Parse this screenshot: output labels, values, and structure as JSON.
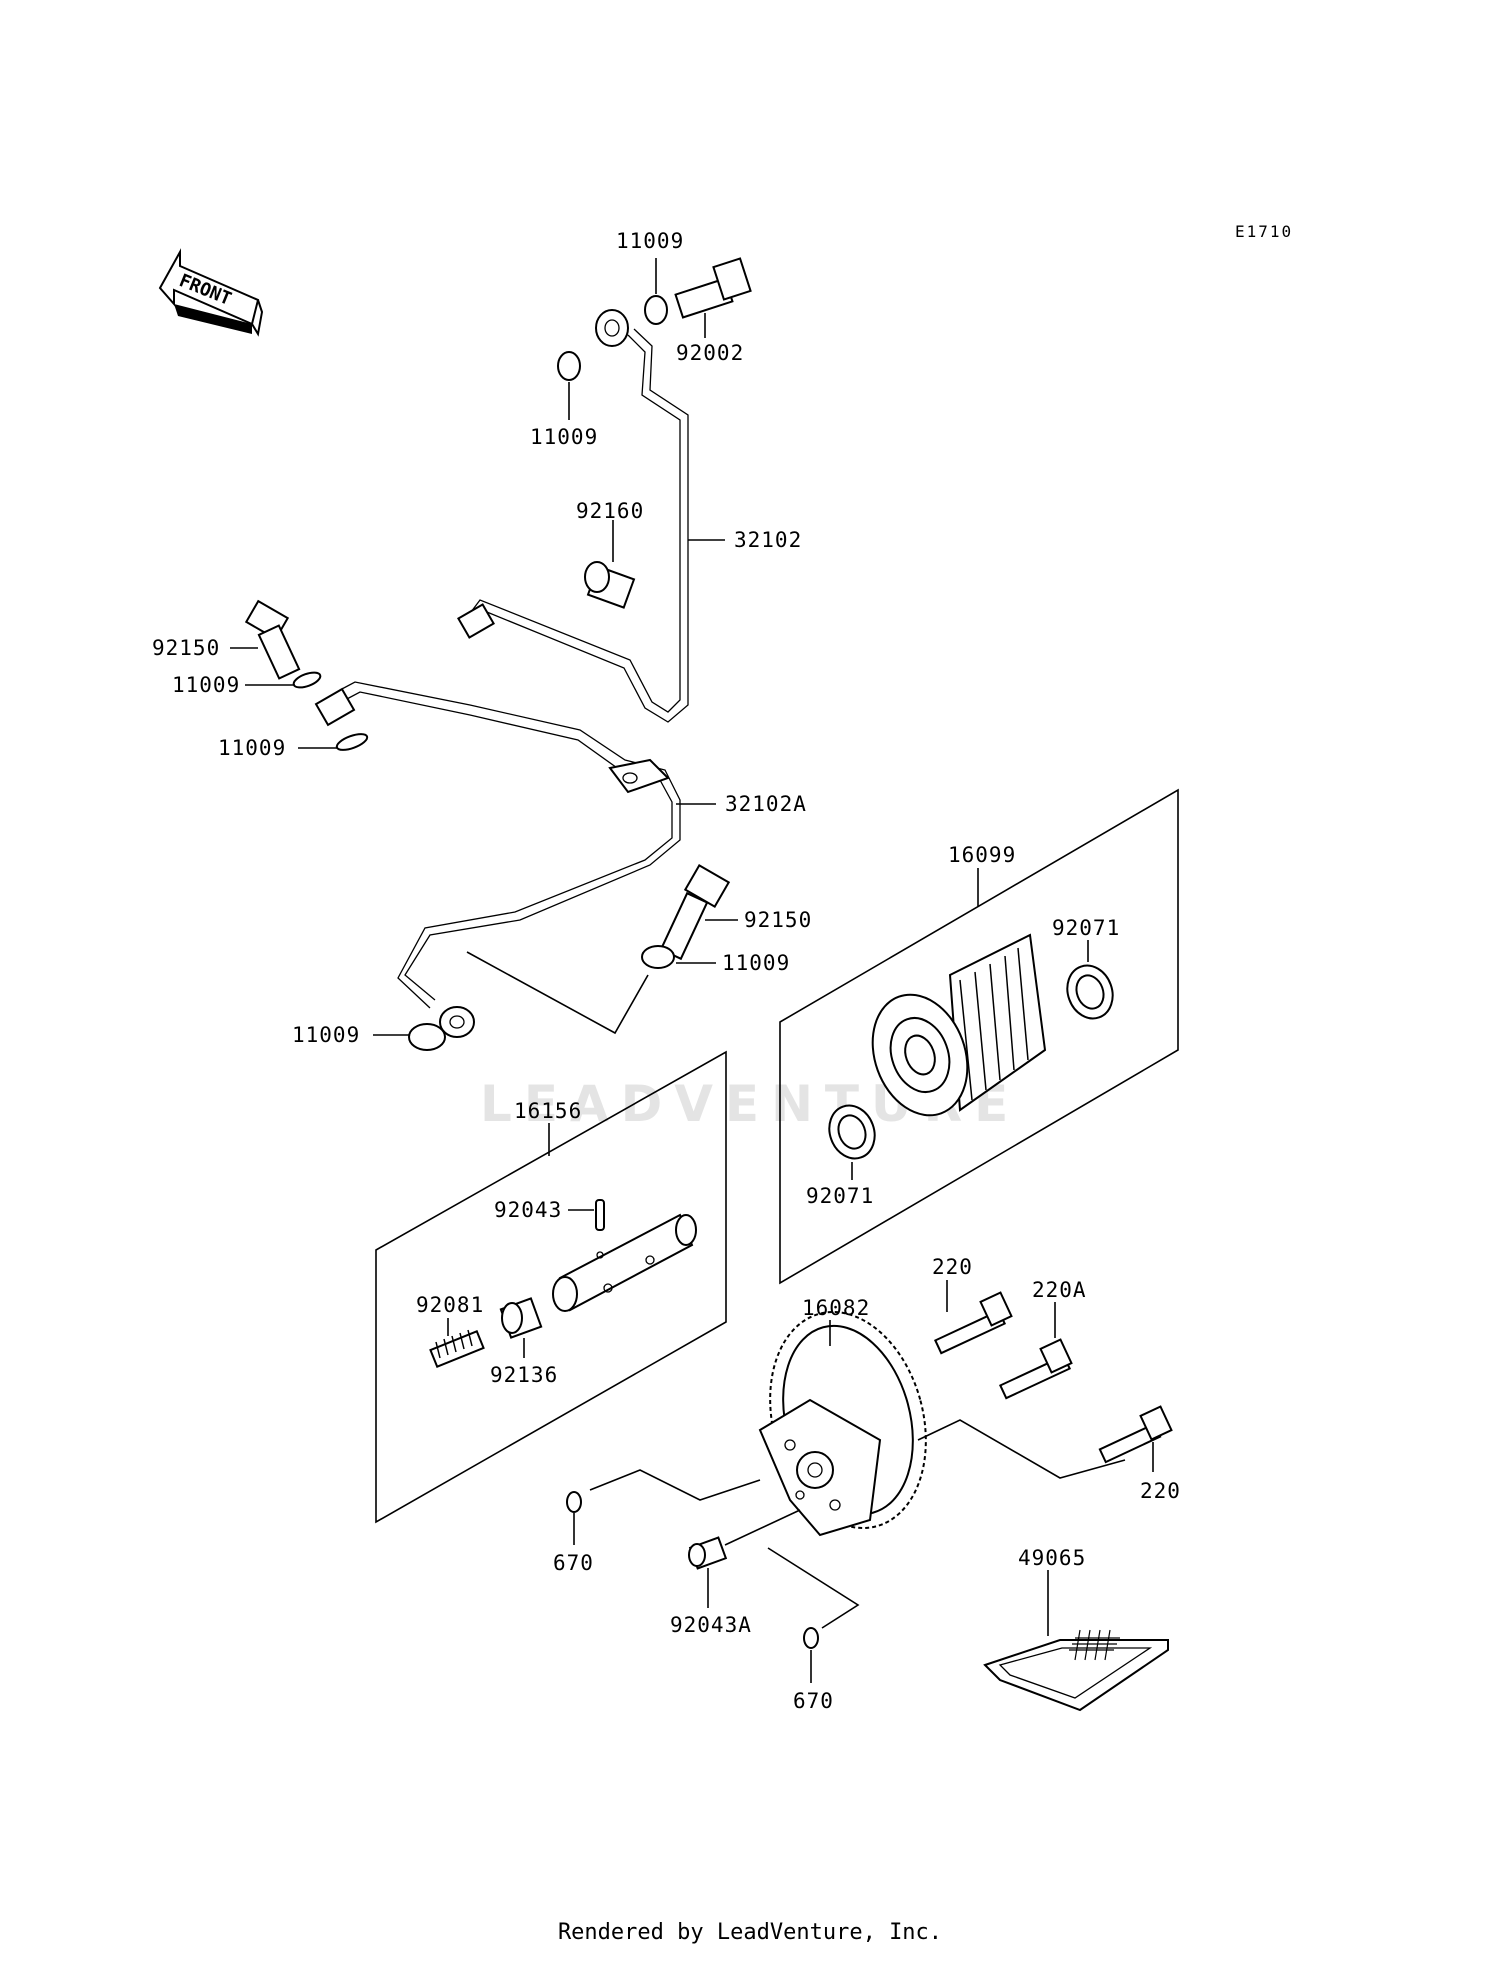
{
  "diagram_code": "E1710",
  "front_label": "FRONT",
  "footer": "Rendered by LeadVenture, Inc.",
  "watermark": "LEADVENTURE",
  "callouts": [
    {
      "id": "c1",
      "text": "11009"
    },
    {
      "id": "c2",
      "text": "92002"
    },
    {
      "id": "c3",
      "text": "11009"
    },
    {
      "id": "c4",
      "text": "92160"
    },
    {
      "id": "c5",
      "text": "32102"
    },
    {
      "id": "c6",
      "text": "92150"
    },
    {
      "id": "c7",
      "text": "11009"
    },
    {
      "id": "c8",
      "text": "11009"
    },
    {
      "id": "c9",
      "text": "32102A"
    },
    {
      "id": "c10",
      "text": "92150"
    },
    {
      "id": "c11",
      "text": "11009"
    },
    {
      "id": "c12",
      "text": "11009"
    },
    {
      "id": "c13",
      "text": "16099"
    },
    {
      "id": "c14",
      "text": "92071"
    },
    {
      "id": "c15",
      "text": "92071"
    },
    {
      "id": "c16",
      "text": "16156"
    },
    {
      "id": "c17",
      "text": "92043"
    },
    {
      "id": "c18",
      "text": "92081"
    },
    {
      "id": "c19",
      "text": "92136"
    },
    {
      "id": "c20",
      "text": "220"
    },
    {
      "id": "c21",
      "text": "220A"
    },
    {
      "id": "c22",
      "text": "16082"
    },
    {
      "id": "c23",
      "text": "220"
    },
    {
      "id": "c24",
      "text": "670"
    },
    {
      "id": "c25",
      "text": "92043A"
    },
    {
      "id": "c26",
      "text": "670"
    },
    {
      "id": "c27",
      "text": "49065"
    }
  ]
}
